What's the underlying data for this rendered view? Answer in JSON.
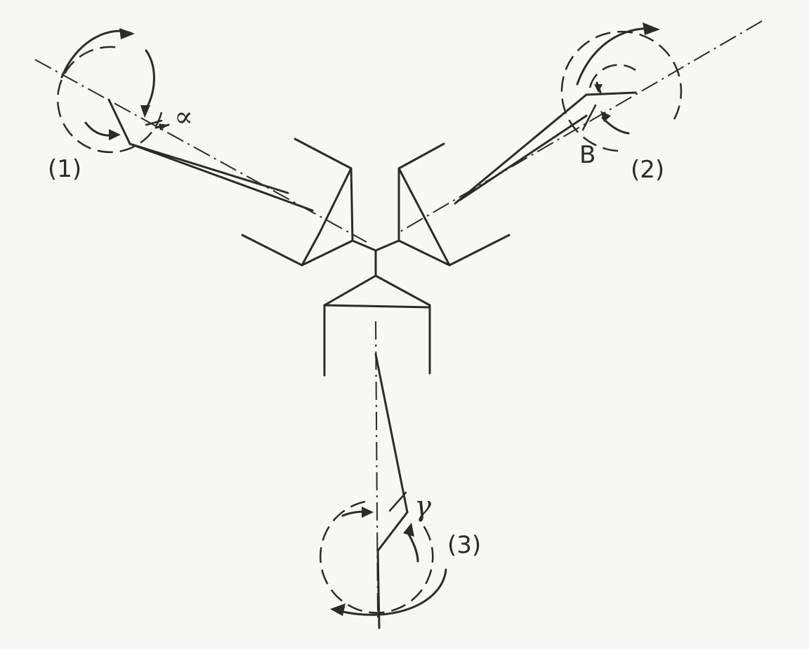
{
  "labels": {
    "unit1": "(1)",
    "unit2": "(2)",
    "unit3": "(3)",
    "angle_alpha": "∝",
    "angle_beta": "B",
    "angle_gamma": "γ"
  },
  "colors": {
    "ink": "#2b2b2b",
    "paper": "#f7f7f4"
  }
}
